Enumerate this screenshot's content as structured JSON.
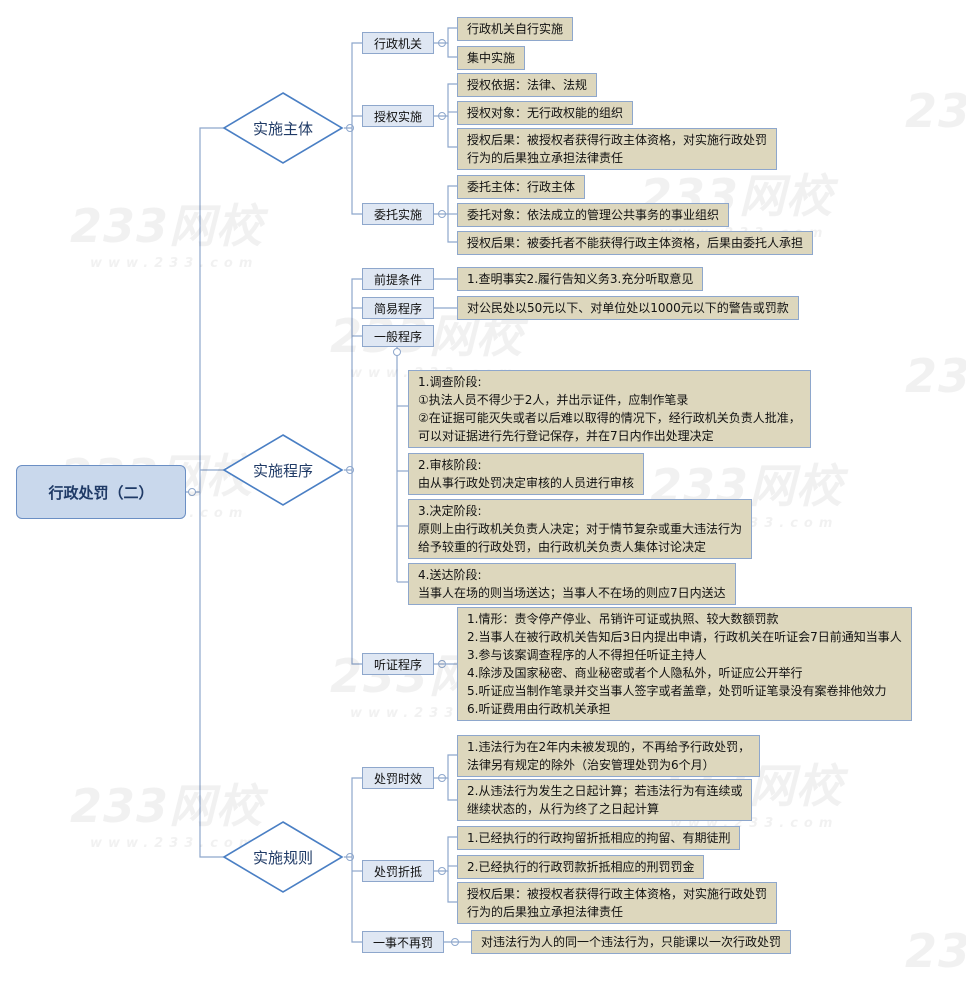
{
  "root": {
    "label": "行政处罚（二）"
  },
  "watermark": {
    "brand": "233网校",
    "site": "www.233.com"
  },
  "branches": [
    {
      "label": "实施主体",
      "children": [
        {
          "label": "行政机关",
          "leaves": [
            [
              "行政机关自行实施"
            ],
            [
              "集中实施"
            ]
          ]
        },
        {
          "label": "授权实施",
          "leaves": [
            [
              "授权依据：法律、法规"
            ],
            [
              "授权对象：无行政权能的组织"
            ],
            [
              "授权后果：被授权者获得行政主体资格，对实施行政处罚",
              "行为的后果独立承担法律责任"
            ]
          ]
        },
        {
          "label": "委托实施",
          "leaves": [
            [
              "委托主体：行政主体"
            ],
            [
              "委托对象：依法成立的管理公共事务的事业组织"
            ],
            [
              "授权后果：被委托者不能获得行政主体资格，后果由委托人承担"
            ]
          ]
        }
      ]
    },
    {
      "label": "实施程序",
      "children": [
        {
          "label": "前提条件",
          "leaves": [
            [
              "1.查明事实2.履行告知义务3.充分听取意见"
            ]
          ]
        },
        {
          "label": "简易程序",
          "leaves": [
            [
              "对公民处以50元以下、对单位处以1000元以下的警告或罚款"
            ]
          ]
        },
        {
          "label": "一般程序",
          "leaves": [
            [
              "1.调查阶段:",
              "①执法人员不得少于2人，并出示证件，应制作笔录",
              "②在证据可能灭失或者以后难以取得的情况下，经行政机关负责人批准，",
              "可以对证据进行先行登记保存，并在7日内作出处理决定"
            ],
            [
              "2.审核阶段:",
              "由从事行政处罚决定审核的人员进行审核"
            ],
            [
              "3.决定阶段:",
              "原则上由行政机关负责人决定；对于情节复杂或重大违法行为",
              "给予较重的行政处罚，由行政机关负责人集体讨论决定"
            ],
            [
              "4.送达阶段:",
              "当事人在场的则当场送达；当事人不在场的则应7日内送达"
            ]
          ]
        },
        {
          "label": "听证程序",
          "leaves": [
            [
              "1.情形：责令停产停业、吊销许可证或执照、较大数额罚款",
              "2.当事人在被行政机关告知后3日内提出申请，行政机关在听证会7日前通知当事人",
              "3.参与该案调查程序的人不得担任听证主持人",
              "4.除涉及国家秘密、商业秘密或者个人隐私外，听证应公开举行",
              "5.听证应当制作笔录并交当事人签字或者盖章，处罚听证笔录没有案卷排他效力",
              "6.听证费用由行政机关承担"
            ]
          ]
        }
      ]
    },
    {
      "label": "实施规则",
      "children": [
        {
          "label": "处罚时效",
          "leaves": [
            [
              "1.违法行为在2年内未被发现的，不再给予行政处罚，",
              "法律另有规定的除外（治安管理处罚为6个月）"
            ],
            [
              "2.从违法行为发生之日起计算；若违法行为有连续或",
              "继续状态的，从行为终了之日起计算"
            ]
          ]
        },
        {
          "label": "处罚折抵",
          "leaves": [
            [
              "1.已经执行的行政拘留折抵相应的拘留、有期徒刑"
            ],
            [
              "2.已经执行的行政罚款折抵相应的刑罚罚金"
            ],
            [
              "授权后果：被授权者获得行政主体资格，对实施行政处罚",
              "行为的后果独立承担法律责任"
            ]
          ]
        },
        {
          "label": "一事不再罚",
          "leaves": [
            [
              "对违法行为人的同一个违法行为，只能课以一次行政处罚"
            ]
          ]
        }
      ]
    }
  ],
  "colors": {
    "line": "#8ea7cc",
    "diamond_border": "#4a7fc4",
    "root_fill": "#c9d8ec",
    "sub_fill": "#dfe7f3",
    "leaf_fill": "#ddd7bd"
  }
}
